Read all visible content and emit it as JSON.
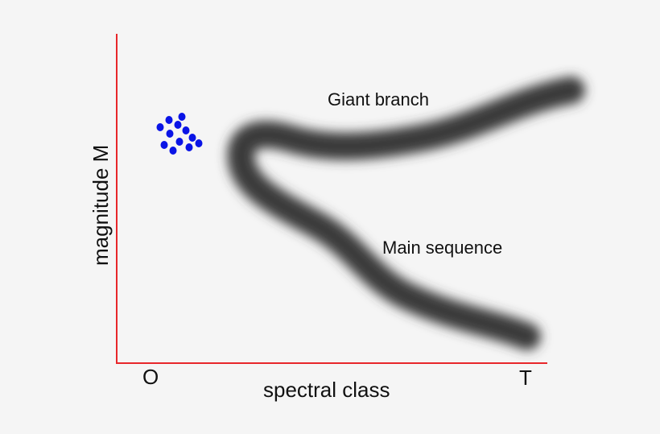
{
  "diagram": {
    "x_axis_label": "spectral class",
    "y_axis_label": "magnitude M",
    "x_start_tick": "O",
    "x_end_tick": "T",
    "giant_branch_label": "Giant branch",
    "main_sequence_label": "Main sequence",
    "axis_color": "#e8262a",
    "band_color": "#3a3a3a",
    "dots_color": "#0a14e6",
    "background_color": "#f5f5f5"
  }
}
